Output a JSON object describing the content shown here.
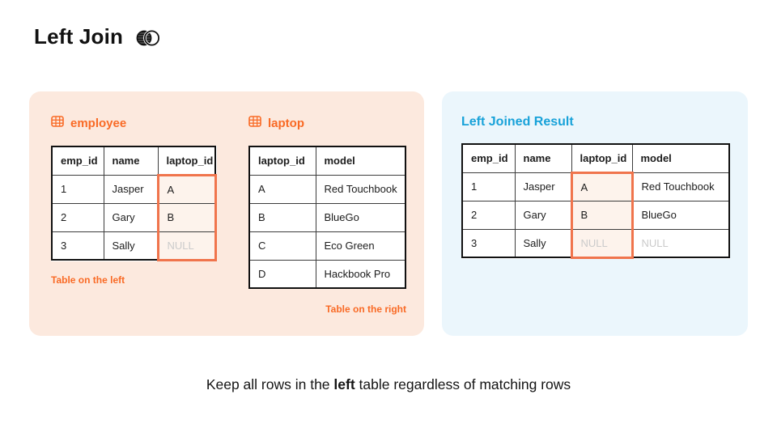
{
  "page": {
    "title": "Left Join",
    "caption_parts": [
      "Keep all rows in the ",
      "left",
      " table regardless of matching rows"
    ]
  },
  "left_panel": {
    "employee": {
      "title": "employee",
      "caption": "Table on the left",
      "headers": [
        "emp_id",
        "name",
        "laptop_id"
      ],
      "rows": [
        [
          "1",
          "Jasper",
          "A"
        ],
        [
          "2",
          "Gary",
          "B"
        ],
        [
          "3",
          "Sally",
          "NULL"
        ]
      ],
      "highlight_col": 2
    },
    "laptop": {
      "title": "laptop",
      "caption": "Table on the right",
      "headers": [
        "laptop_id",
        "model"
      ],
      "rows": [
        [
          "A",
          "Red Touchbook"
        ],
        [
          "B",
          "BlueGo"
        ],
        [
          "C",
          "Eco Green"
        ],
        [
          "D",
          "Hackbook Pro"
        ]
      ]
    }
  },
  "right_panel": {
    "result": {
      "title": "Left Joined Result",
      "headers": [
        "emp_id",
        "name",
        "laptop_id",
        "model"
      ],
      "rows": [
        [
          "1",
          "Jasper",
          "A",
          "Red Touchbook"
        ],
        [
          "2",
          "Gary",
          "B",
          "BlueGo"
        ],
        [
          "3",
          "Sally",
          "NULL",
          "NULL"
        ]
      ],
      "highlight_col": 2
    }
  },
  "icons": {
    "title_icon": "venn-left-join-icon",
    "table_icon": "table-grid-icon"
  },
  "colors": {
    "accent_orange": "#F96A25",
    "highlight_border": "#F0744C",
    "highlight_fill": "#FDF3EC",
    "result_blue": "#18A2D9",
    "left_panel_bg": "#FCE9DE",
    "right_panel_bg": "#EBF6FC",
    "null_text": "#CBCBCB"
  }
}
